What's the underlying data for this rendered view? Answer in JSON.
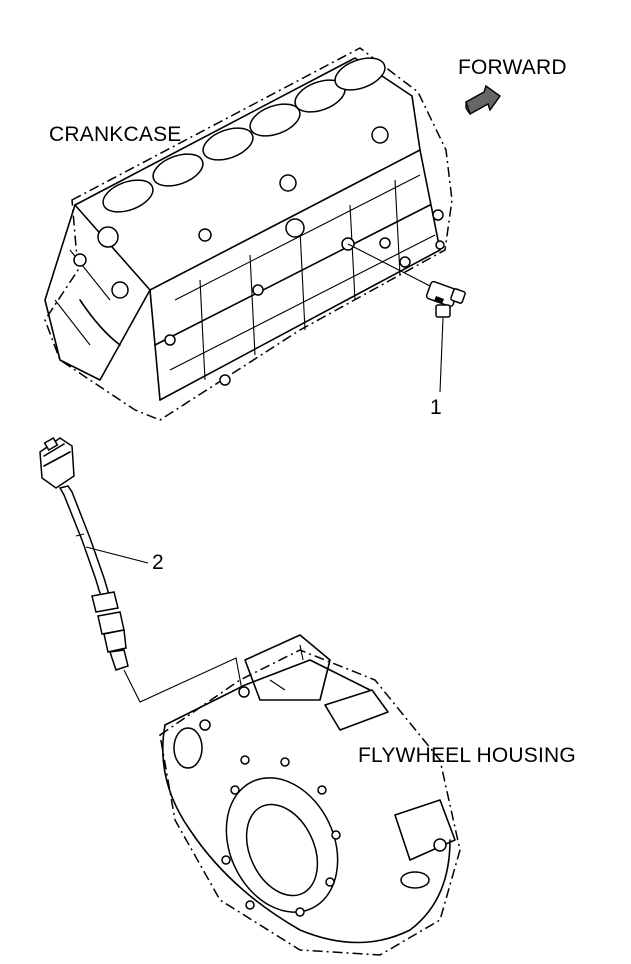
{
  "labels": {
    "crankcase": "CRANKCASE",
    "forward": "FORWARD",
    "flywheel_housing": "FLYWHEEL HOUSING",
    "callout_1": "1",
    "callout_2": "2"
  },
  "colors": {
    "line": "#000000",
    "background": "#ffffff"
  }
}
